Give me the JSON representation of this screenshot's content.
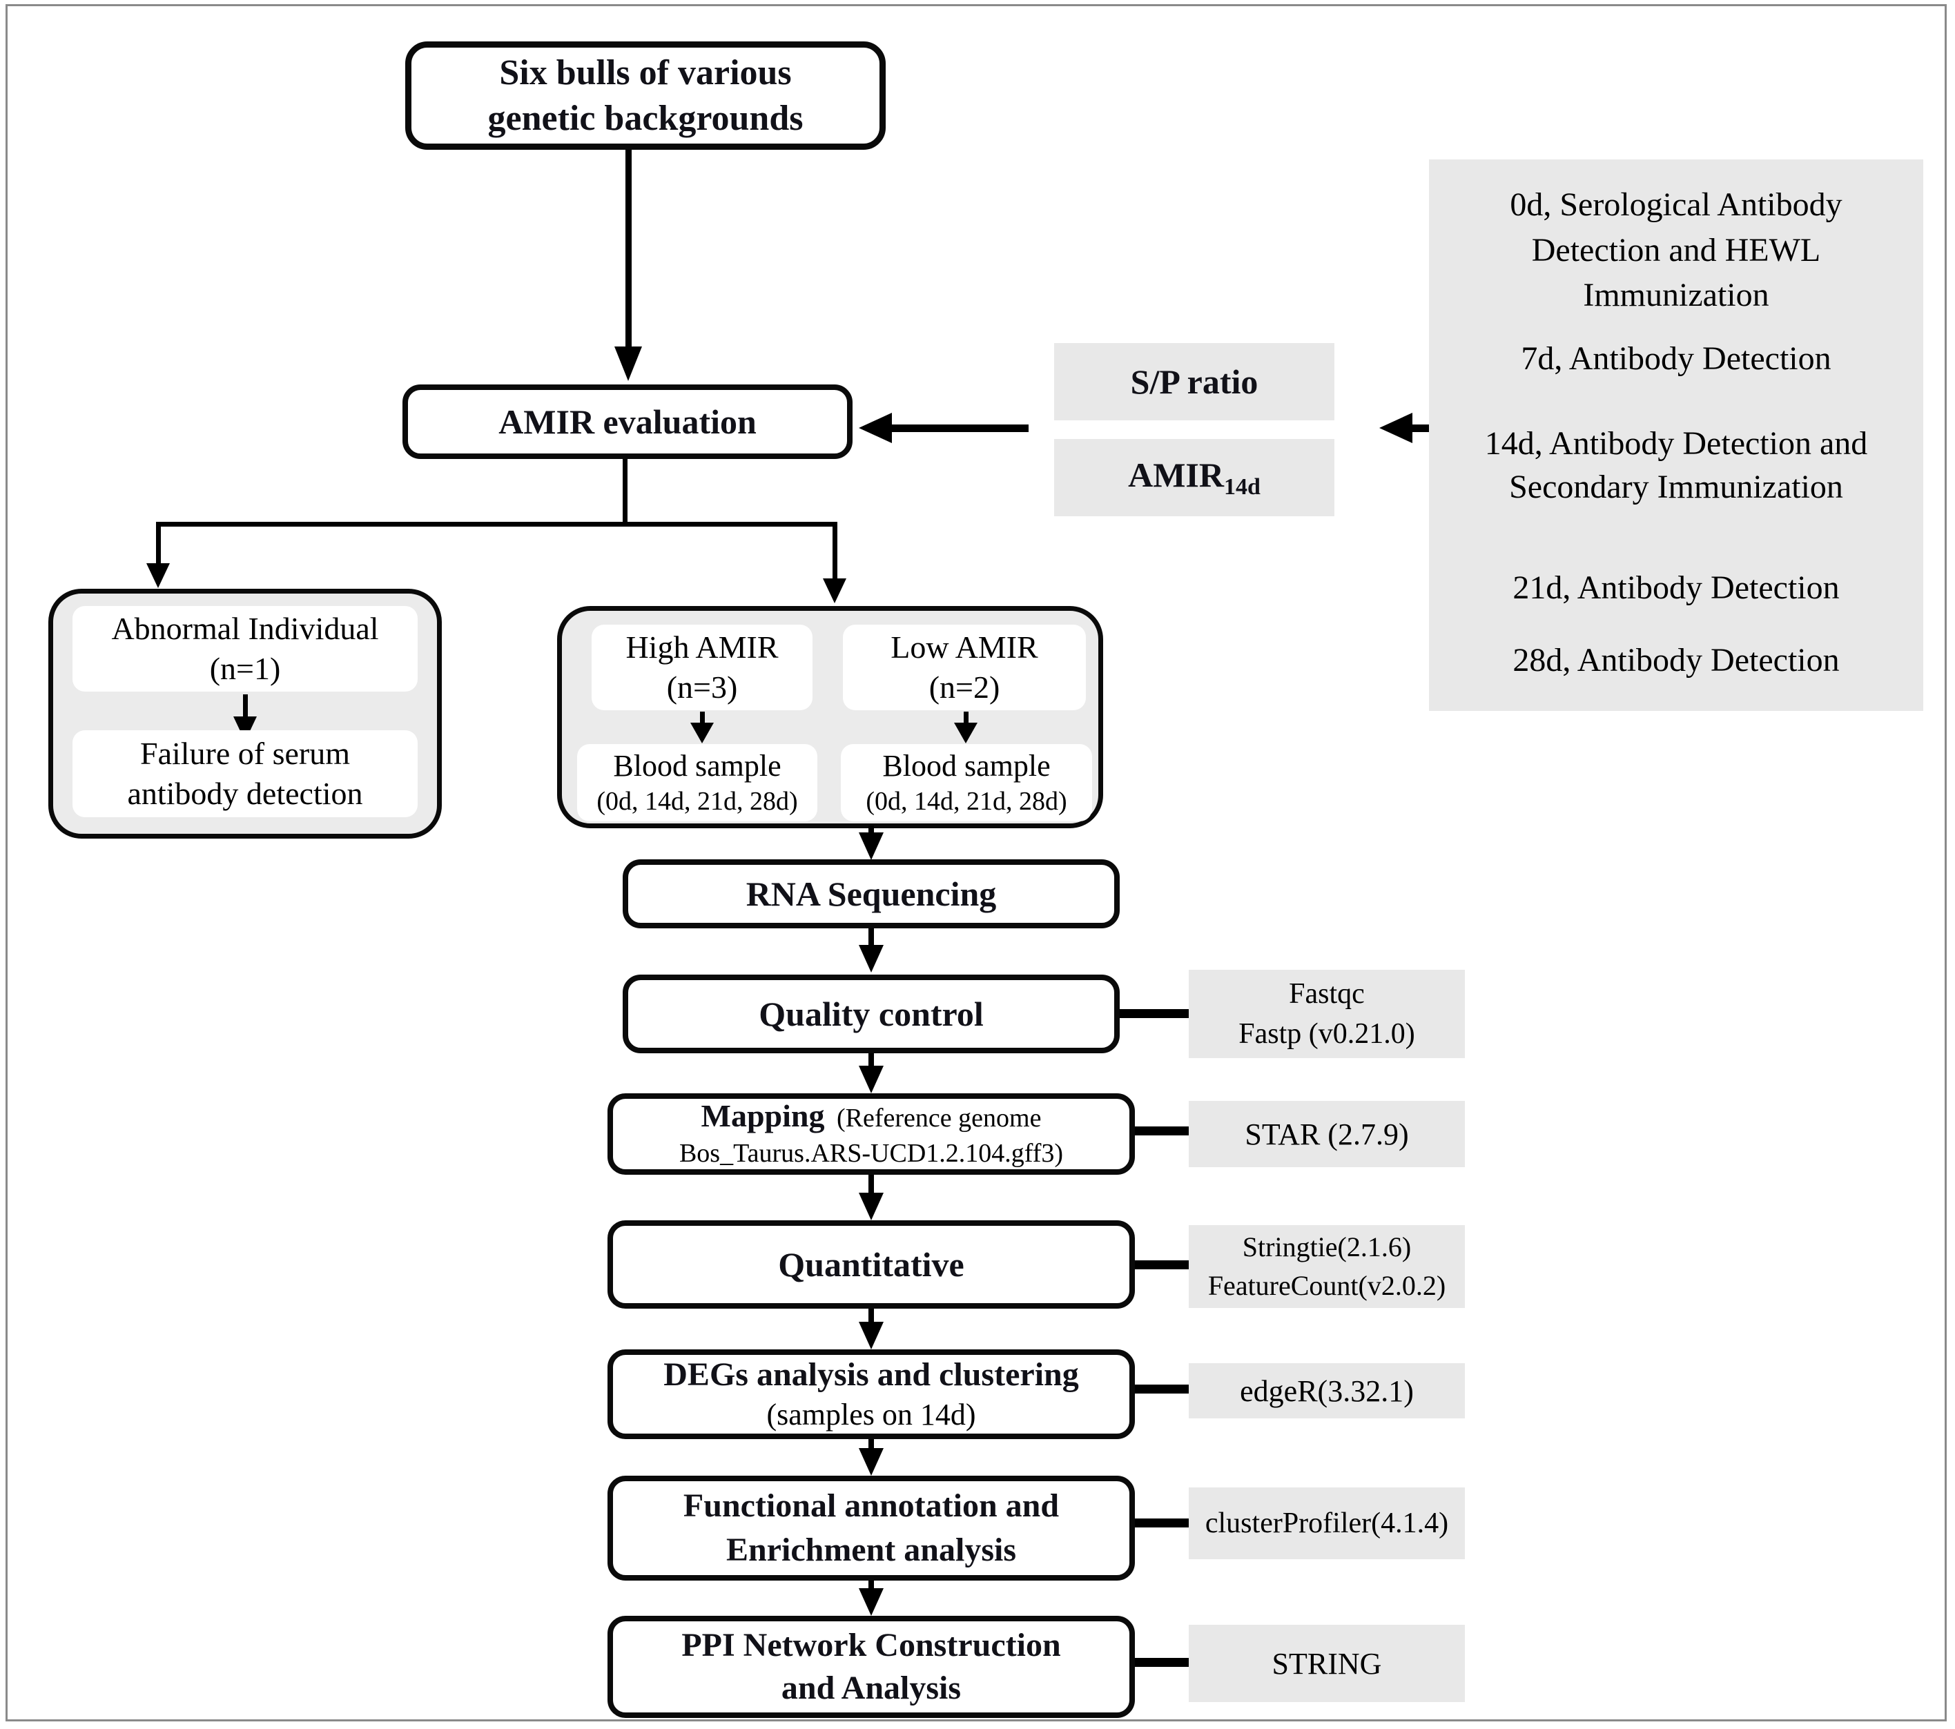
{
  "top_box": {
    "line1": "Six bulls of various",
    "line2": "genetic backgrounds"
  },
  "amir_eval": {
    "label": "AMIR evaluation"
  },
  "inputs": {
    "sp_ratio": "S/P ratio",
    "amir_base": "AMIR",
    "amir_sub": "14d"
  },
  "timeline": {
    "lines": [
      "0d, Serological Antibody",
      "Detection and HEWL",
      "Immunization",
      "7d, Antibody Detection",
      "14d, Antibody Detection and",
      "Secondary Immunization",
      "21d, Antibody Detection",
      "28d, Antibody Detection"
    ]
  },
  "abnormal_group": {
    "individual": {
      "line1": "Abnormal Individual",
      "line2": "(n=1)"
    },
    "failure": {
      "line1": "Failure of serum",
      "line2": "antibody detection"
    }
  },
  "amir_groups": {
    "high": {
      "line1": "High AMIR",
      "line2": "(n=3)"
    },
    "low": {
      "line1": "Low AMIR",
      "line2": "(n=2)"
    },
    "blood_high": {
      "line1": "Blood sample",
      "line2": "(0d, 14d, 21d, 28d)"
    },
    "blood_low": {
      "line1": "Blood sample",
      "line2": "(0d, 14d, 21d, 28d)"
    }
  },
  "pipeline": {
    "rna": {
      "label": "RNA Sequencing"
    },
    "qc": {
      "label": "Quality control",
      "tool_line1": "Fastqc",
      "tool_line2": "Fastp (v0.21.0)"
    },
    "mapping": {
      "label_bold": "Mapping",
      "label_rest": "(Reference genome",
      "line2": "Bos_Taurus.ARS-UCD1.2.104.gff3)",
      "tool": "STAR  (2.7.9)"
    },
    "quant": {
      "label": "Quantitative",
      "tool_line1": "Stringtie(2.1.6)",
      "tool_line2": "FeatureCount(v2.0.2)"
    },
    "degs": {
      "line1": "DEGs analysis and clustering",
      "line2": "(samples on 14d)",
      "tool": "edgeR(3.32.1)"
    },
    "func": {
      "line1": "Functional annotation and",
      "line2": "Enrichment analysis",
      "tool": "clusterProfiler(4.1.4)"
    },
    "ppi": {
      "line1": "PPI Network Construction",
      "line2": "and Analysis",
      "tool": "STRING"
    }
  },
  "colors": {
    "box_border": "#0a0a0a",
    "gray_fill": "#e8e8e8",
    "container_fill": "#ebebeb",
    "figure_border": "#8a8a8a",
    "text": "#000000"
  }
}
